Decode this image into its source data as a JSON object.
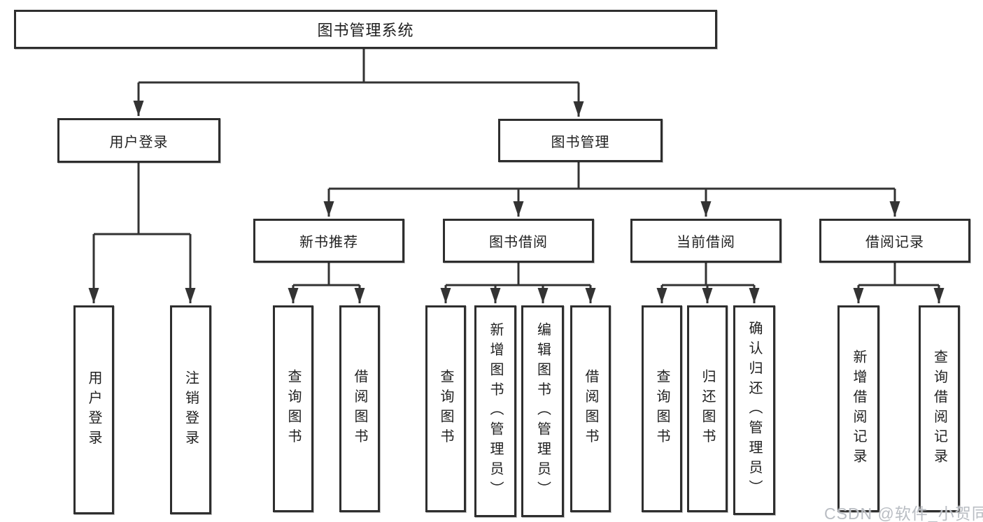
{
  "diagram": {
    "root": "图书管理系统",
    "branches": [
      {
        "label": "用户登录",
        "children": [
          "用户登录",
          "注销登录"
        ]
      },
      {
        "label": "图书管理",
        "sections": [
          {
            "label": "新书推荐",
            "children": [
              "查询图书",
              "借阅图书"
            ]
          },
          {
            "label": "图书借阅",
            "children": [
              "查询图书",
              "新增图书（管理员）",
              "编辑图书（管理员）",
              "借阅图书"
            ]
          },
          {
            "label": "当前借阅",
            "children": [
              "查询图书",
              "归还图书",
              "确认归还（管理员）"
            ]
          },
          {
            "label": "借阅记录",
            "children": [
              "新增借阅记录",
              "查询借阅记录"
            ]
          }
        ]
      }
    ]
  },
  "watermark": "CSDN @软件_小贺同学",
  "colors": {
    "line": "#333333",
    "box_border": "#2e2e2e",
    "text": "#1f1f1f",
    "watermark": "#b9bdc3",
    "background": "#ffffff"
  }
}
